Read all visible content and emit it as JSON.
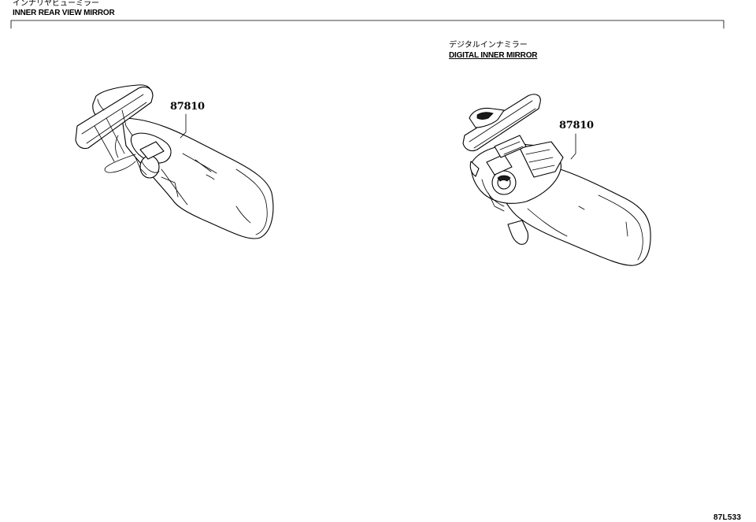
{
  "section": {
    "title_jp": "インナリヤビューミラー",
    "title_en": "INNER REAR VIEW MIRROR"
  },
  "sub_section": {
    "title_jp": "デジタルインナミラー",
    "title_en": "DIGITAL INNER MIRROR"
  },
  "parts": [
    {
      "number": "87810"
    },
    {
      "number": "87810"
    }
  ],
  "illustration_ref": "87L533"
}
